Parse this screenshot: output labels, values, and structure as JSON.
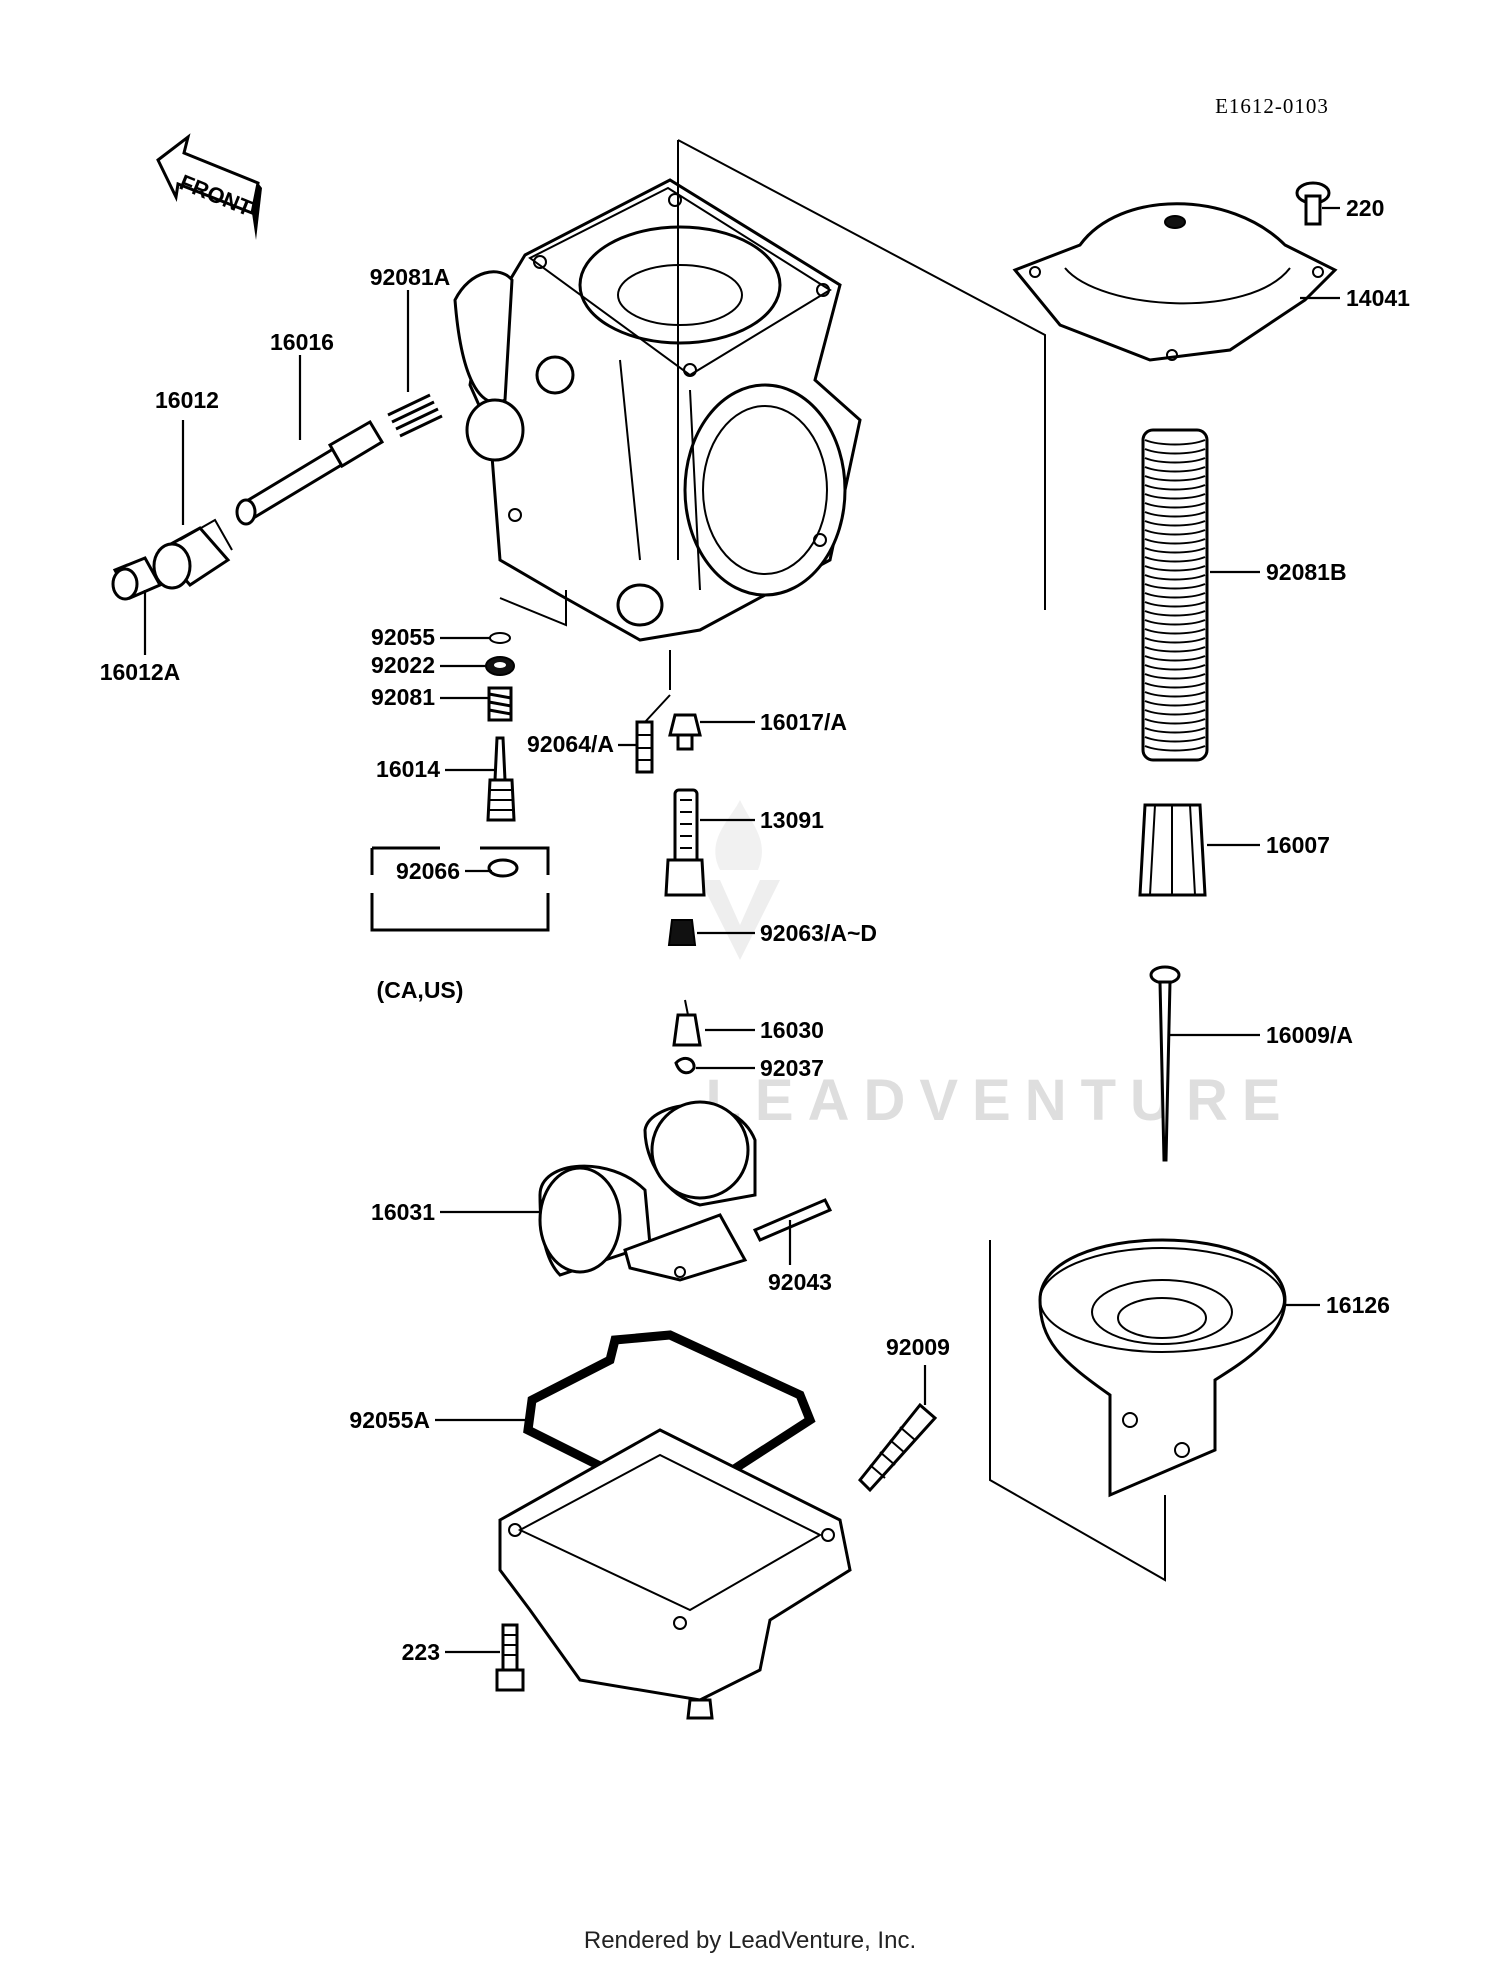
{
  "diagram_code": "E1612-0103",
  "front_arrow_label": "FRONT",
  "watermark": "LEADVENTURE",
  "footer": "Rendered by LeadVenture, Inc.",
  "region_note": "(CA,US)",
  "parts": [
    {
      "id": "p220",
      "label": "220"
    },
    {
      "id": "p14041",
      "label": "14041"
    },
    {
      "id": "p92081A",
      "label": "92081A"
    },
    {
      "id": "p16016",
      "label": "16016"
    },
    {
      "id": "p16012",
      "label": "16012"
    },
    {
      "id": "p16012A",
      "label": "16012A"
    },
    {
      "id": "p92081B",
      "label": "92081B"
    },
    {
      "id": "p92055",
      "label": "92055"
    },
    {
      "id": "p92022",
      "label": "92022"
    },
    {
      "id": "p92081",
      "label": "92081"
    },
    {
      "id": "p92064A",
      "label": "92064/A"
    },
    {
      "id": "p16017A",
      "label": "16017/A"
    },
    {
      "id": "p16014",
      "label": "16014"
    },
    {
      "id": "p13091",
      "label": "13091"
    },
    {
      "id": "p16007",
      "label": "16007"
    },
    {
      "id": "p92066",
      "label": "92066"
    },
    {
      "id": "p92063",
      "label": "92063/A~D"
    },
    {
      "id": "p16030",
      "label": "16030"
    },
    {
      "id": "p16009A",
      "label": "16009/A"
    },
    {
      "id": "p92037",
      "label": "92037"
    },
    {
      "id": "p16031",
      "label": "16031"
    },
    {
      "id": "p92043",
      "label": "92043"
    },
    {
      "id": "p16126",
      "label": "16126"
    },
    {
      "id": "p92009",
      "label": "92009"
    },
    {
      "id": "p92055A",
      "label": "92055A"
    },
    {
      "id": "p223",
      "label": "223"
    }
  ]
}
